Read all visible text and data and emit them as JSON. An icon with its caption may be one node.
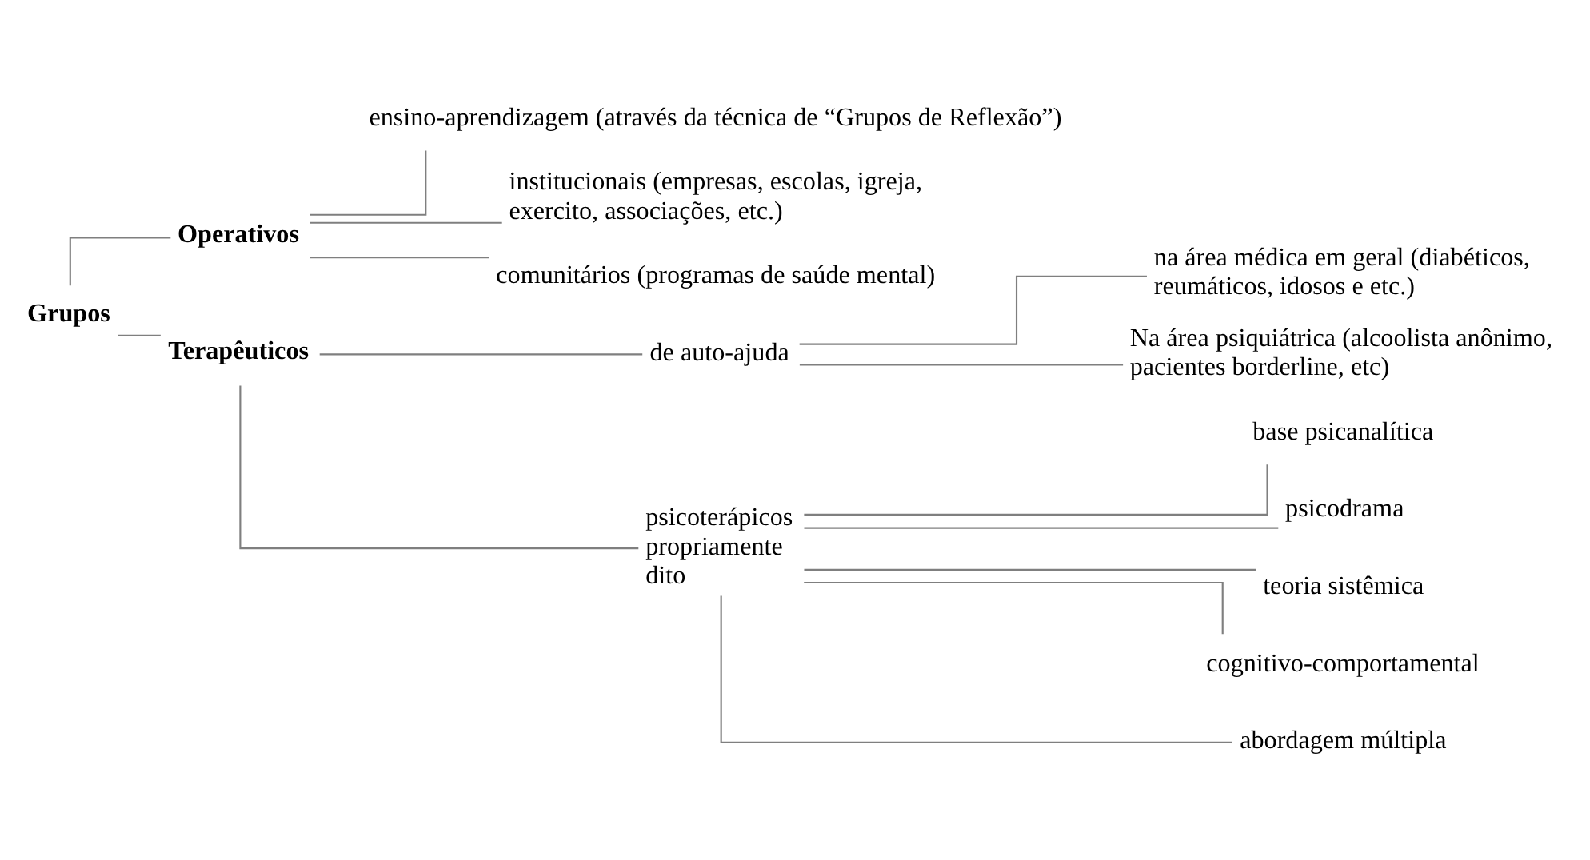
{
  "diagram": {
    "nodes": [
      {
        "text": [
          "Grupos"
        ]
      },
      {
        "text": [
          "Operativos"
        ]
      },
      {
        "text": [
          "ensino-aprendizagem (através da técnica de “Grupos de Reflexão”)"
        ]
      },
      {
        "text": [
          "institucionais (empresas, escolas, igreja, exercito, associações, etc.)"
        ]
      },
      {
        "text": [
          "comunitários (programas de saúde mental)"
        ]
      },
      {
        "text": [
          "Terapêuticos"
        ]
      },
      {
        "text": [
          "de auto-ajuda"
        ]
      },
      {
        "text": [
          "na área médica em geral (diabéticos, reumáticos, idosos e etc.)"
        ]
      },
      {
        "text": [
          "Na área psiquiátrica (alcoolista anônimo, pacientes borderline, etc)"
        ]
      },
      {
        "text": [
          "psicoterápicos propriamente dito"
        ]
      },
      {
        "text": [
          "base psicanalítica"
        ]
      },
      {
        "text": [
          "psicodrama"
        ]
      },
      {
        "text": [
          "teoria sistêmica"
        ]
      },
      {
        "text": [
          "cognitivo-comportamental"
        ]
      },
      {
        "text": [
          "abordagem múltipla"
        ]
      }
    ],
    "edges": [
      {
        "from": 0,
        "to": 1,
        "arrow": "none"
      },
      {
        "from": 0,
        "to": 5,
        "arrow": "none"
      },
      {
        "from": 1,
        "to": 2,
        "arrow": "none"
      },
      {
        "from": 1,
        "to": 3,
        "arrow": "none"
      },
      {
        "from": 1,
        "to": 4,
        "arrow": "none"
      },
      {
        "from": 5,
        "to": 6,
        "arrow": "none"
      },
      {
        "from": 5,
        "to": 9,
        "arrow": "none"
      },
      {
        "from": 6,
        "to": 7,
        "arrow": "none"
      },
      {
        "from": 6,
        "to": 8,
        "arrow": "none"
      },
      {
        "from": 9,
        "to": 10,
        "arrow": "none"
      },
      {
        "from": 9,
        "to": 11,
        "arrow": "none"
      },
      {
        "from": 9,
        "to": 12,
        "arrow": "none"
      },
      {
        "from": 9,
        "to": 13,
        "arrow": "none"
      },
      {
        "from": 9,
        "to": 14,
        "arrow": "none"
      }
    ]
  }
}
